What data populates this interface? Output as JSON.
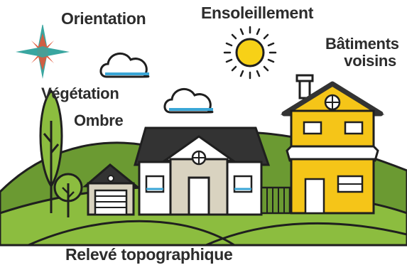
{
  "labels": {
    "orientation": "Orientation",
    "sunlight": "Ensoleillement",
    "neighbors": "Bâtiments voisins",
    "vegetation": "Végétation",
    "shade": "Ombre",
    "topography": "Relevé topographique"
  },
  "icons": [
    "compass-icon",
    "sun-icon",
    "cloud-icon",
    "tree-icon",
    "garage-icon",
    "house-icon",
    "neighbor-house-icon",
    "fence-icon",
    "hill-icon"
  ],
  "colors": {
    "hill_dark": "#6b9a32",
    "hill_light": "#8cbd3f",
    "neighbor_house": "#f5c518",
    "main_house_wall": "#ffffff",
    "main_house_roof": "#333333",
    "garage": "#d9d3c0",
    "sun": "#f7d117",
    "compass_red": "#e0583a",
    "compass_teal": "#3aa6a0",
    "outline": "#1f1f1f"
  }
}
